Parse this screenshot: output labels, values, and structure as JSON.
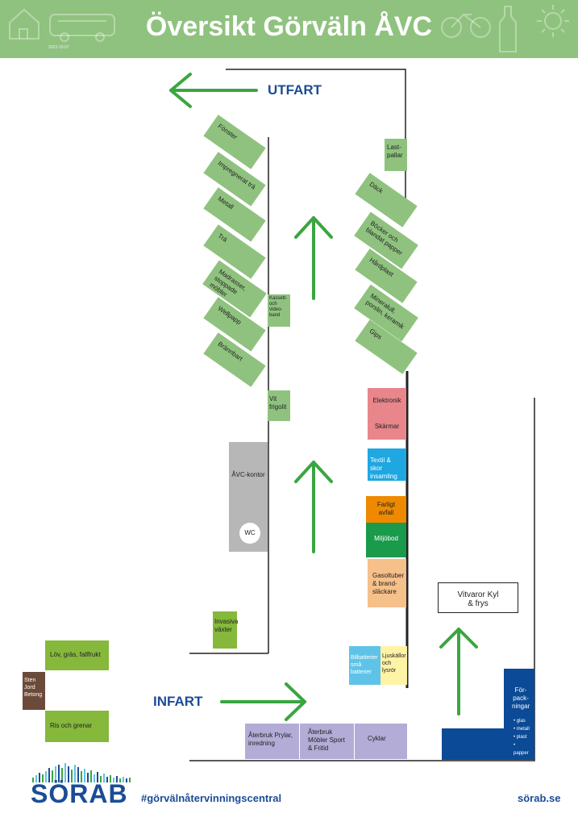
{
  "header": {
    "title": "Översikt Görväln ÅVC",
    "date": "2022-10-07",
    "bg_color": "#8fc27e"
  },
  "labels": {
    "utfart": "UTFART",
    "infart": "INFART"
  },
  "stations_left": [
    "Fönster",
    "Impregnerat trä",
    "Metall",
    "Trä",
    "Madrasser, stoppade möbler",
    "Wellpapp",
    "Brännbart"
  ],
  "stations_right": [
    "Däck",
    "Böcker och blandat papper",
    "Hårdplast",
    "Mineralull, porslin, keramik",
    "Gips"
  ],
  "small_boxes": {
    "lastpallar": "Last-pallar",
    "kassett": "Kassett- och video-band",
    "frigolit": "Vit frigolit",
    "invasiva": "Invasiva växter",
    "avc_kontor": "ÅVC-kontor",
    "wc": "WC"
  },
  "column_right": {
    "elektronik": "Elektronik",
    "skarmar": "Skärmar",
    "textil": "Textil & skor insamling",
    "farligt": "Farligt avfall",
    "miljobod": "Miljöbod",
    "gasol": "Gasoltuber & brand-släckare",
    "batterier": "Bilbatterier små batterier",
    "ljuskallor": "Ljuskällor och lysrör"
  },
  "vitvaror": "Vitvaror Kyl & frys",
  "forpackningar": {
    "title": "För-pack-ningar",
    "items": [
      "glas",
      "metall",
      "plast",
      "papper"
    ]
  },
  "garden": {
    "lov": "Löv, gräs, fallfrukt",
    "sten": "Sten Jord Betong",
    "ris": "Ris och grenar"
  },
  "aterbruk": {
    "prylar": "Återbruk Prylar, inredning",
    "mobler": "Återbruk Möbler Sport & Fritid",
    "cyklar": "Cyklar"
  },
  "footer": {
    "brand": "SÖRAB",
    "hashtag": "#görvälnåtervinningscentral",
    "url": "sörab.se"
  },
  "colors": {
    "green": "#8fc27e",
    "lime": "#86b83c",
    "arrow": "#3aa640",
    "pink": "#e8868c",
    "cyan": "#1ea7e1",
    "orange": "#ef8a00",
    "darkgreen": "#1a9a4b",
    "peach": "#f6c08a",
    "lightblue": "#5fc3e8",
    "yellow": "#fff3a6",
    "navy": "#0b4a96",
    "lavender": "#b2acd6",
    "brown": "#6b4a3a",
    "gray": "#b7b7b7",
    "brandblue": "#1b4c96"
  }
}
